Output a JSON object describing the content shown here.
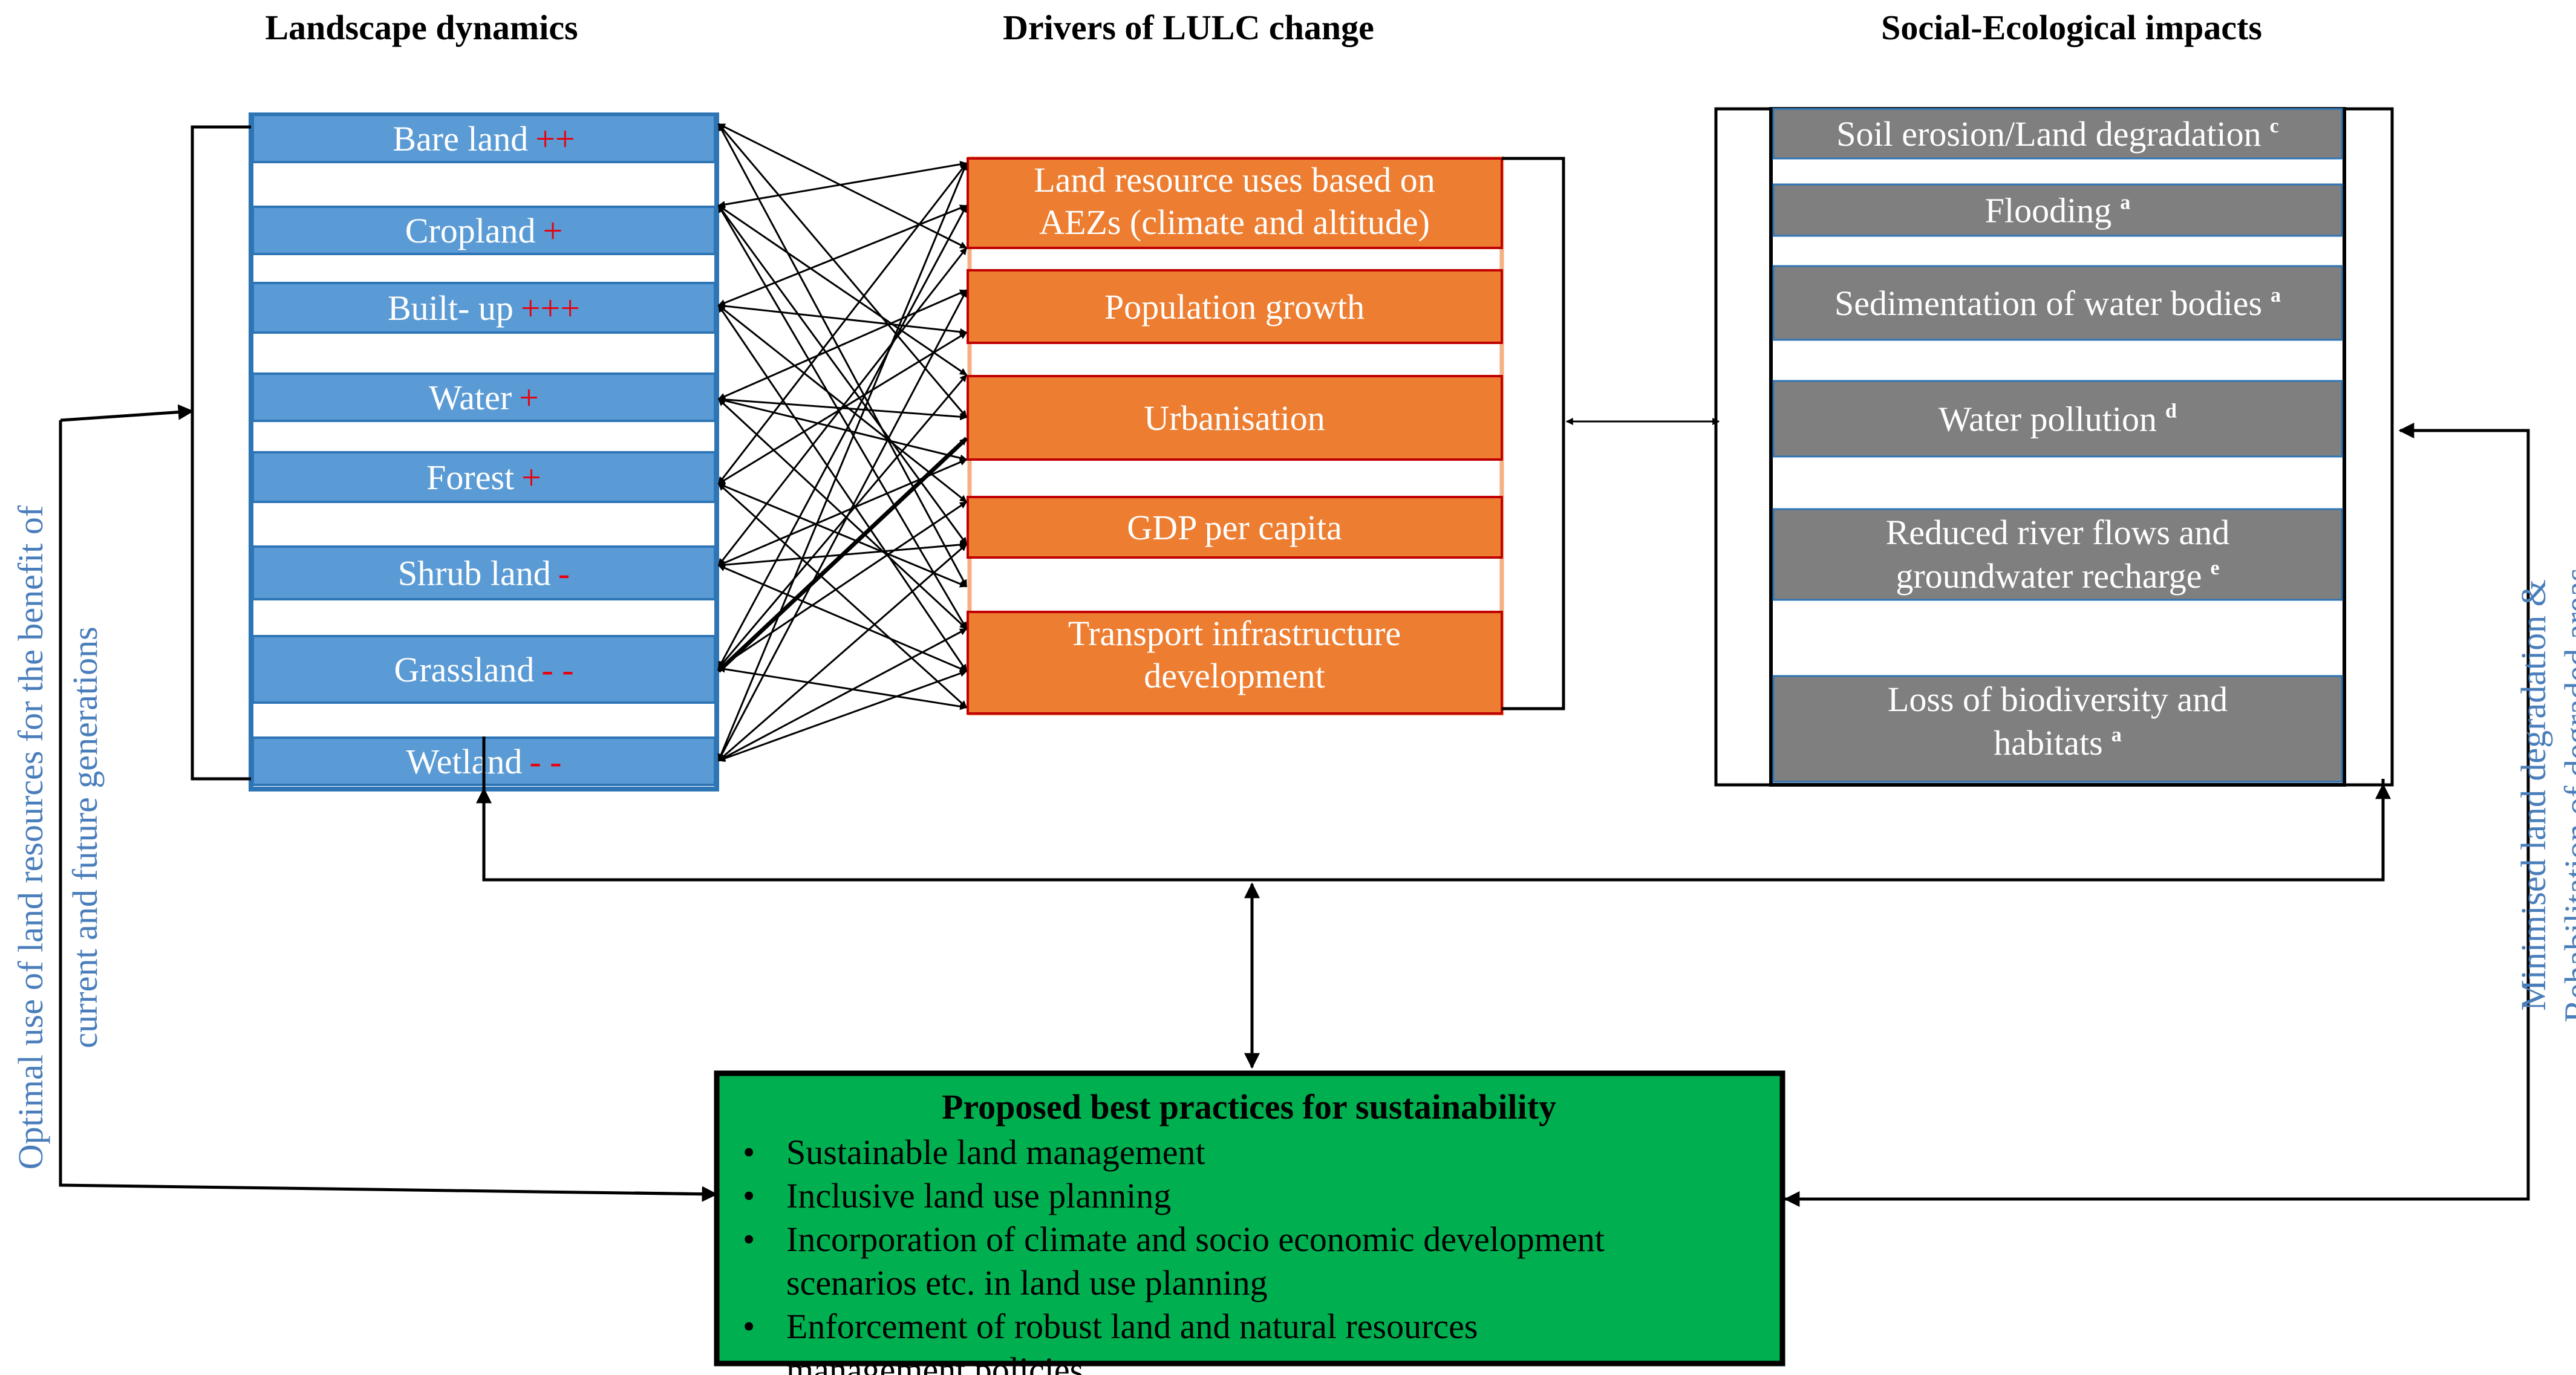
{
  "headers": {
    "landscape": "Landscape dynamics",
    "drivers": "Drivers of LULC change",
    "impacts": "Social-Ecological impacts"
  },
  "landscape": [
    {
      "label": "Bare land",
      "sign": "++"
    },
    {
      "label": "Cropland",
      "sign": "+"
    },
    {
      "label": "Built- up",
      "sign": "+++"
    },
    {
      "label": "Water",
      "sign": "+"
    },
    {
      "label": "Forest",
      "sign": "+"
    },
    {
      "label": "Shrub land",
      "sign": "-"
    },
    {
      "label": "Grassland",
      "sign": "- -"
    },
    {
      "label": "Wetland",
      "sign": "- -"
    }
  ],
  "drivers": [
    {
      "line1": "Land resource uses based on",
      "line2": "AEZs (climate and altitude)"
    },
    {
      "line1": "Population growth"
    },
    {
      "line1": "Urbanisation"
    },
    {
      "line1": "GDP  per capita"
    },
    {
      "line1": "Transport infrastructure",
      "line2": "development"
    }
  ],
  "impacts": [
    {
      "line1": "Soil erosion/Land degradation",
      "sup": "c"
    },
    {
      "line1": "Flooding",
      "sup": "a"
    },
    {
      "line1": "Sedimentation of water bodies",
      "sup": "a"
    },
    {
      "line1": "Water pollution",
      "sup": "d"
    },
    {
      "line1": "Reduced river flows and",
      "line2": "groundwater recharge",
      "sup": "e"
    },
    {
      "line1": "Loss of biodiversity  and",
      "line2": "habitats",
      "sup": "a"
    }
  ],
  "practices": {
    "title": "Proposed best practices for sustainability",
    "bullet": "•",
    "items": [
      {
        "line1": "Sustainable land management"
      },
      {
        "line1": "Inclusive land use planning"
      },
      {
        "line1": "Incorporation of climate and socio economic development",
        "line2": "scenarios etc. in land use planning"
      },
      {
        "line1": "Enforcement of robust land and natural resources",
        "line2": "management policies"
      }
    ]
  },
  "side_left": {
    "line1": "Optimal use of land resources for the benefit of",
    "line2": "current and future generations"
  },
  "side_right": {
    "line1": "Minimised  land degradation &",
    "line2": "Rehabilitation of degraded areas"
  },
  "colors": {
    "landscape_fill": "#5b9bd5",
    "landscape_border": "#2e75b6",
    "driver_fill": "#ed7d31",
    "driver_border": "#c00000",
    "impact_fill": "#7f7f7f",
    "practice_fill": "#00b050",
    "sign_color": "#e8000b",
    "side_text": "#4a7ebb"
  }
}
